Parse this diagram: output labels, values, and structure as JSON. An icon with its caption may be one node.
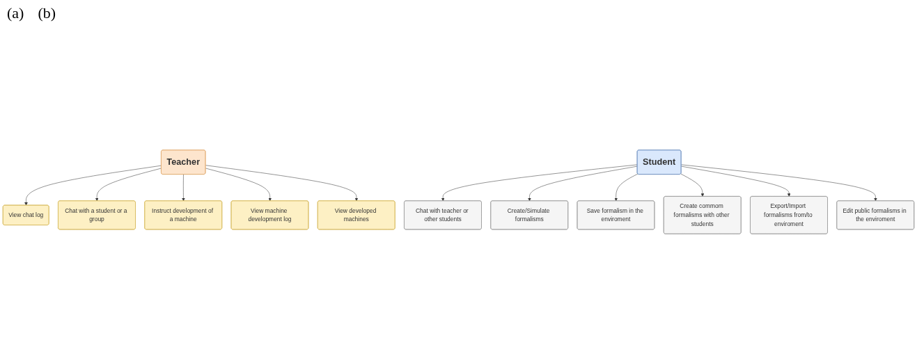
{
  "diagram": {
    "nodes": [
      {
        "text": [
          "Teacher"
        ]
      },
      {
        "text": [
          "View chat log"
        ]
      },
      {
        "text": [
          "Chat with a student or a group"
        ]
      },
      {
        "text": [
          "Instruct development of a machine"
        ]
      },
      {
        "text": [
          "View machine development log"
        ]
      },
      {
        "text": [
          "View developed machines"
        ]
      },
      {
        "text": [
          "Student"
        ]
      },
      {
        "text": [
          "Chat with teacher or other students"
        ]
      },
      {
        "text": [
          "Create/Simulate formalisms"
        ]
      },
      {
        "text": [
          "Save formalism in the enviroment"
        ]
      },
      {
        "text": [
          "Create commom formalisms with other students"
        ]
      },
      {
        "text": [
          "Export/Import formalisms from/to enviroment"
        ]
      },
      {
        "text": [
          "Edit public formalisms in the enviroment"
        ]
      }
    ],
    "edges": [
      {
        "from": 0,
        "to": 1,
        "arrow": "to"
      },
      {
        "from": 0,
        "to": 2,
        "arrow": "to"
      },
      {
        "from": 0,
        "to": 3,
        "arrow": "to"
      },
      {
        "from": 0,
        "to": 4,
        "arrow": "to"
      },
      {
        "from": 0,
        "to": 5,
        "arrow": "to"
      },
      {
        "from": 6,
        "to": 7,
        "arrow": "to"
      },
      {
        "from": 6,
        "to": 8,
        "arrow": "to"
      },
      {
        "from": 6,
        "to": 9,
        "arrow": "to"
      },
      {
        "from": 6,
        "to": 10,
        "arrow": "to"
      },
      {
        "from": 6,
        "to": 11,
        "arrow": "to"
      },
      {
        "from": 6,
        "to": 12,
        "arrow": "to"
      }
    ],
    "labels": [
      "(a)",
      "(b)"
    ]
  }
}
